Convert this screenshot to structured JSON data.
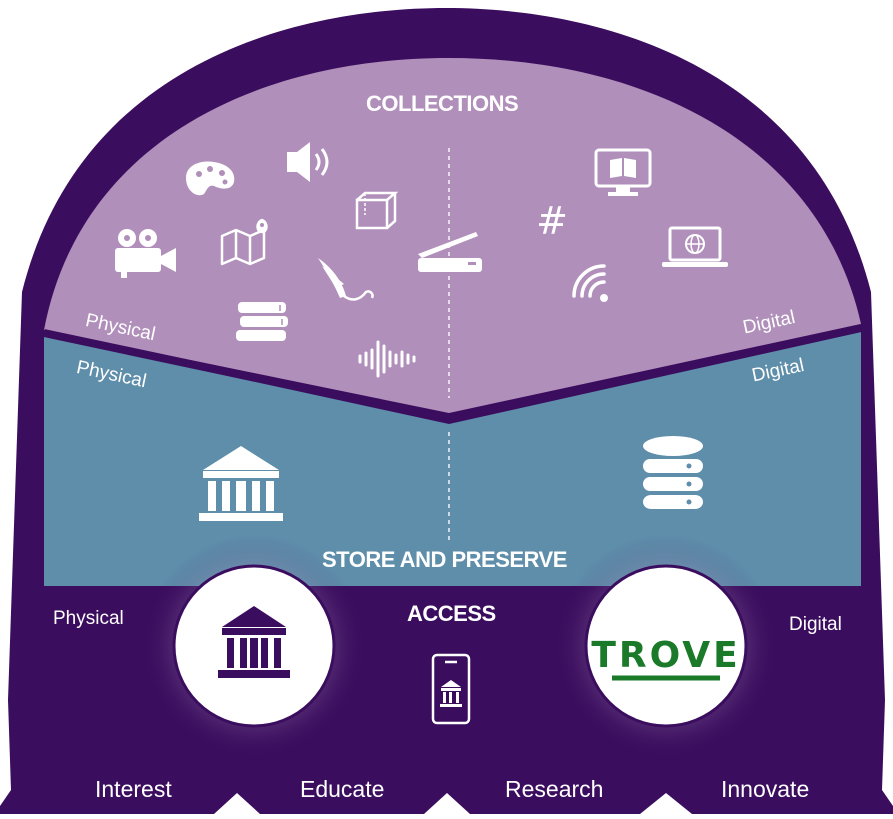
{
  "diagram": {
    "collections_title": "COLLECTIONS",
    "store_title": "STORE AND PRESERVE",
    "access_title": "ACCESS",
    "collections_physical": "Physical",
    "collections_digital": "Digital",
    "store_physical": "Physical",
    "store_digital": "Digital",
    "access_physical": "Physical",
    "access_digital": "Digital",
    "trove_logo_text": "TROVE",
    "outcomes": [
      "Interest",
      "Educate",
      "Research",
      "Innovate"
    ],
    "collection_icons_physical": [
      "palette-icon",
      "speaker-icon",
      "cube-icon",
      "film-camera-icon",
      "map-icon",
      "quill-pen-icon",
      "scanner-icon",
      "books-icon",
      "sound-wave-icon"
    ],
    "collection_icons_digital": [
      "hashtag-icon",
      "monitor-book-icon",
      "laptop-globe-icon",
      "wifi-signal-icon"
    ],
    "colors": {
      "frame": "#3b0d5e",
      "collections": "#b08fba",
      "store": "#5e8eaa",
      "access": "#3b0d5e",
      "trove_green": "#1a7a2a"
    }
  }
}
